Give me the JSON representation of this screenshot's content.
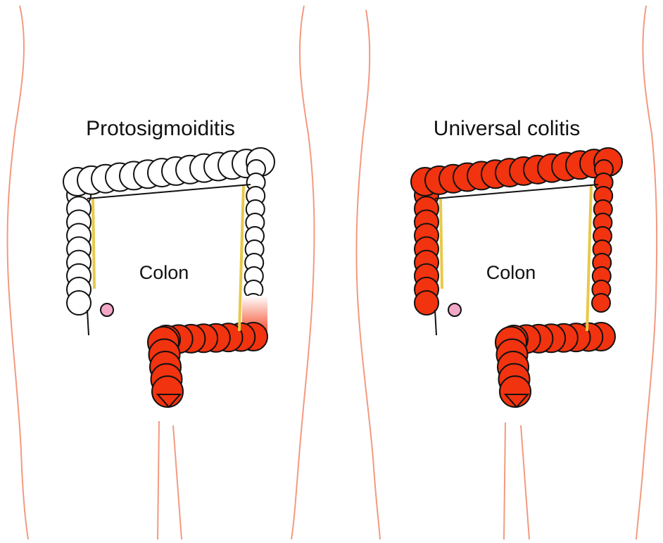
{
  "colors": {
    "inflamed": "#f2330f",
    "healthy": "#ffffff",
    "outline": "#111111",
    "body_outline": "#f39a80",
    "mesentery": "#e8c94a",
    "appendix": "#f3a7c6"
  },
  "panels": [
    {
      "title": "Protosigmoiditis",
      "organ_label": "Colon",
      "inflamed_extent": "rectum-and-sigmoid"
    },
    {
      "title": "Universal colitis",
      "organ_label": "Colon",
      "inflamed_extent": "entire-colon"
    }
  ]
}
